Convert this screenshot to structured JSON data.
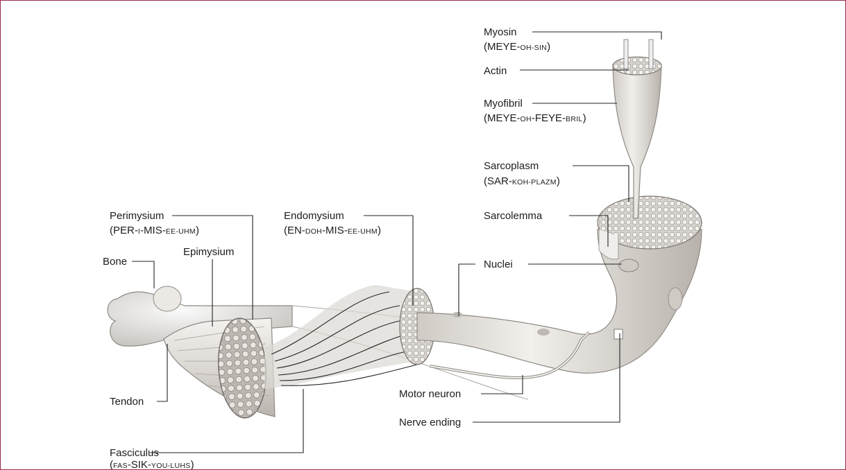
{
  "colors": {
    "frame": "#9a2c4a",
    "ink": "#1c1c1c",
    "tissue": "#e6e3df",
    "tissue_shade": "#bdb8b2"
  },
  "labels": {
    "myosin": "Myosin",
    "actin": "Actin",
    "myofibril": "Myofibril",
    "sarcoplasm": "Sarcoplasm",
    "sarcolemma": "Sarcolemma",
    "nuclei": "Nuclei",
    "perimysium": "Perimysium",
    "epimysium": "Epimysium",
    "bone": "Bone",
    "endomysium": "Endomysium",
    "tendon": "Tendon",
    "fasciculus": "Fasciculus",
    "motor_neuron": "Motor neuron",
    "nerve_ending": "Nerve ending"
  },
  "pronunciations": {
    "myosin": [
      [
        "(MEYE-",
        "n"
      ],
      [
        "oh-sin",
        "s"
      ],
      [
        ")",
        "n"
      ]
    ],
    "myofibril": [
      [
        "(MEYE-",
        "n"
      ],
      [
        "oh",
        "s"
      ],
      [
        "-FEYE-",
        "n"
      ],
      [
        "bril",
        "s"
      ],
      [
        ")",
        "n"
      ]
    ],
    "sarcoplasm": [
      [
        "(SAR-",
        "n"
      ],
      [
        "koh-plazm",
        "s"
      ],
      [
        ")",
        "n"
      ]
    ],
    "perimysium": [
      [
        "(PER-",
        "n"
      ],
      [
        "i",
        "s"
      ],
      [
        "-MIS-",
        "n"
      ],
      [
        "ee-uhm",
        "s"
      ],
      [
        ")",
        "n"
      ]
    ],
    "endomysium": [
      [
        "(EN-",
        "n"
      ],
      [
        "doh",
        "s"
      ],
      [
        "-MIS-",
        "n"
      ],
      [
        "ee-uhm",
        "s"
      ],
      [
        ")",
        "n"
      ]
    ],
    "fasciculus": [
      [
        "(",
        "n"
      ],
      [
        "fas",
        "s"
      ],
      [
        "-SIK-",
        "n"
      ],
      [
        "you-luhs",
        "s"
      ],
      [
        ")",
        "n"
      ]
    ]
  }
}
